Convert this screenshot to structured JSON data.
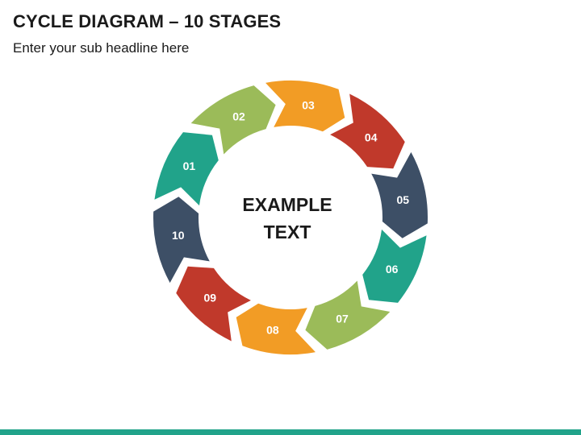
{
  "header": {
    "title": "CYCLE DIAGRAM – 10 STAGES",
    "subtitle": "Enter your sub headline here"
  },
  "center": {
    "line1": "EXAMPLE",
    "line2": "TEXT"
  },
  "stages": [
    {
      "label": "01",
      "color": "#21a38a"
    },
    {
      "label": "02",
      "color": "#9bbb59"
    },
    {
      "label": "03",
      "color": "#f29c25"
    },
    {
      "label": "04",
      "color": "#c0392b"
    },
    {
      "label": "05",
      "color": "#3d4f66"
    },
    {
      "label": "06",
      "color": "#21a38a"
    },
    {
      "label": "07",
      "color": "#9bbb59"
    },
    {
      "label": "08",
      "color": "#f29c25"
    },
    {
      "label": "09",
      "color": "#c0392b"
    },
    {
      "label": "10",
      "color": "#3d4f66"
    }
  ],
  "colors": {
    "accent_bar": "#21a38a",
    "text": "#1a1a1a"
  }
}
